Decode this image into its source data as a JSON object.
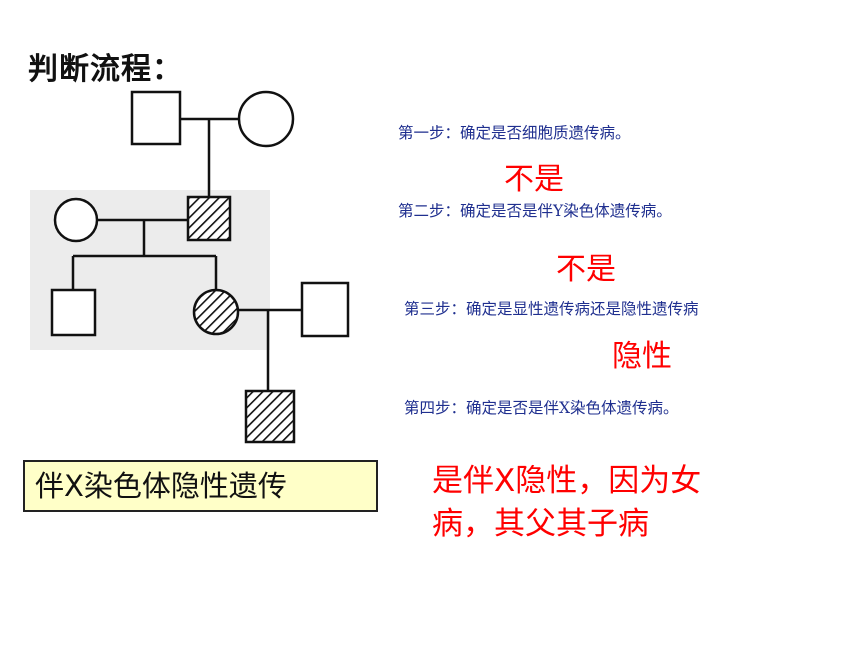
{
  "heading": "判断流程：",
  "steps": [
    {
      "label": "第一步：确定是否细胞质遗传病。",
      "answer": "不是"
    },
    {
      "label": "第二步：确定是否是伴Y染色体遗传病。",
      "answer": "不是"
    },
    {
      "label": "第三步：确定是显性遗传病还是隐性遗传病",
      "answer": "隐性"
    },
    {
      "label": "第四步：确定是否是伴X染色体遗传病。"
    }
  ],
  "conclusion": "伴X染色体隐性遗传",
  "reason_line1": "是伴X隐性，因为女",
  "reason_line2": "病，其父其子病",
  "colors": {
    "answer": "#ff0000",
    "step_text": "#1f2f8f",
    "conclusion_bg": "#ffffc8"
  },
  "pedigree": {
    "symbols": [
      {
        "id": "I-1",
        "shape": "square",
        "affected": false
      },
      {
        "id": "I-2",
        "shape": "circle",
        "affected": false
      },
      {
        "id": "II-1",
        "shape": "circle",
        "affected": false
      },
      {
        "id": "II-2",
        "shape": "square",
        "affected": true
      },
      {
        "id": "III-1",
        "shape": "square",
        "affected": false
      },
      {
        "id": "III-2",
        "shape": "circle",
        "affected": true
      },
      {
        "id": "III-3",
        "shape": "square",
        "affected": false
      },
      {
        "id": "IV-1",
        "shape": "square",
        "affected": true
      }
    ]
  }
}
